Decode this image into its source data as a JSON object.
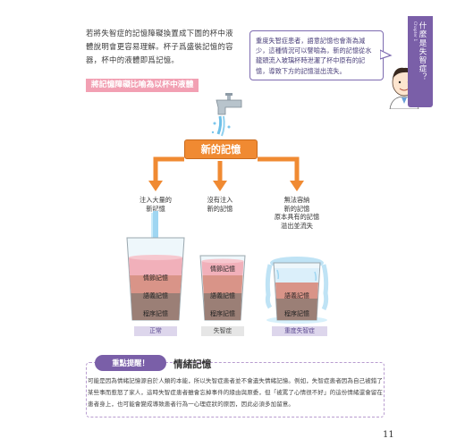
{
  "intro_text": "若將失智症的記憶障礙換置成下圖的杯中液體說明會更容易理解。杯子爲盛裝記憶的容器，杯中的液體即爲記憶。",
  "speech_bubble": "重度失智症患者，語意記憶也會漸為減少，這種情況可以譬喻為，新的記憶從水龍頭流入玻璃杯時泄灑了杯中原有的記憶，導致下方的記憶溢出流失。",
  "side_tab": {
    "label": "什麼是失智症？",
    "small": "Chapter 1"
  },
  "section_label": "將記憶障礙比喻為以杯中液體",
  "new_memory": "新的記憶",
  "branches": {
    "left": [
      "注入大量的",
      "新記憶"
    ],
    "middle": [
      "沒有注入",
      "新的記憶"
    ],
    "right": [
      "無法容納",
      "新的記憶"
    ],
    "right_note": [
      "原本具有的記憶",
      "溢出並流失"
    ]
  },
  "layers": {
    "episodic": "情節記憶",
    "semantic": "語義記憶",
    "procedural": "程序記憶"
  },
  "captions": {
    "normal": "正常",
    "dementia": "失智症",
    "severe": "重度失智症"
  },
  "keypoint": {
    "badge": "重點提醒！",
    "title": "情緒記憶",
    "body": "可能是因為情緒記憶源自於人類的本能，所以失智症患者並不會遺失情緒記憶。例如，失智症患者因為自己被錯了某些事而惹怒了家人，這時失智症患者雖會忘掉事件的緣由與原委，但「被罵了心情很不好」的這份情緒還會留在患者身上，也可能會變成導致患者行為一心理症狀的原因，因此必須多加留意。"
  },
  "page_number": "11",
  "colors": {
    "orange": "#f08a32",
    "purple": "#7a5fa8",
    "pink_label": "#f2a0b3",
    "episodic": "#f1b0ba",
    "semantic": "#d99488",
    "procedural": "#9b7f76",
    "water": "#bfe3f5"
  }
}
